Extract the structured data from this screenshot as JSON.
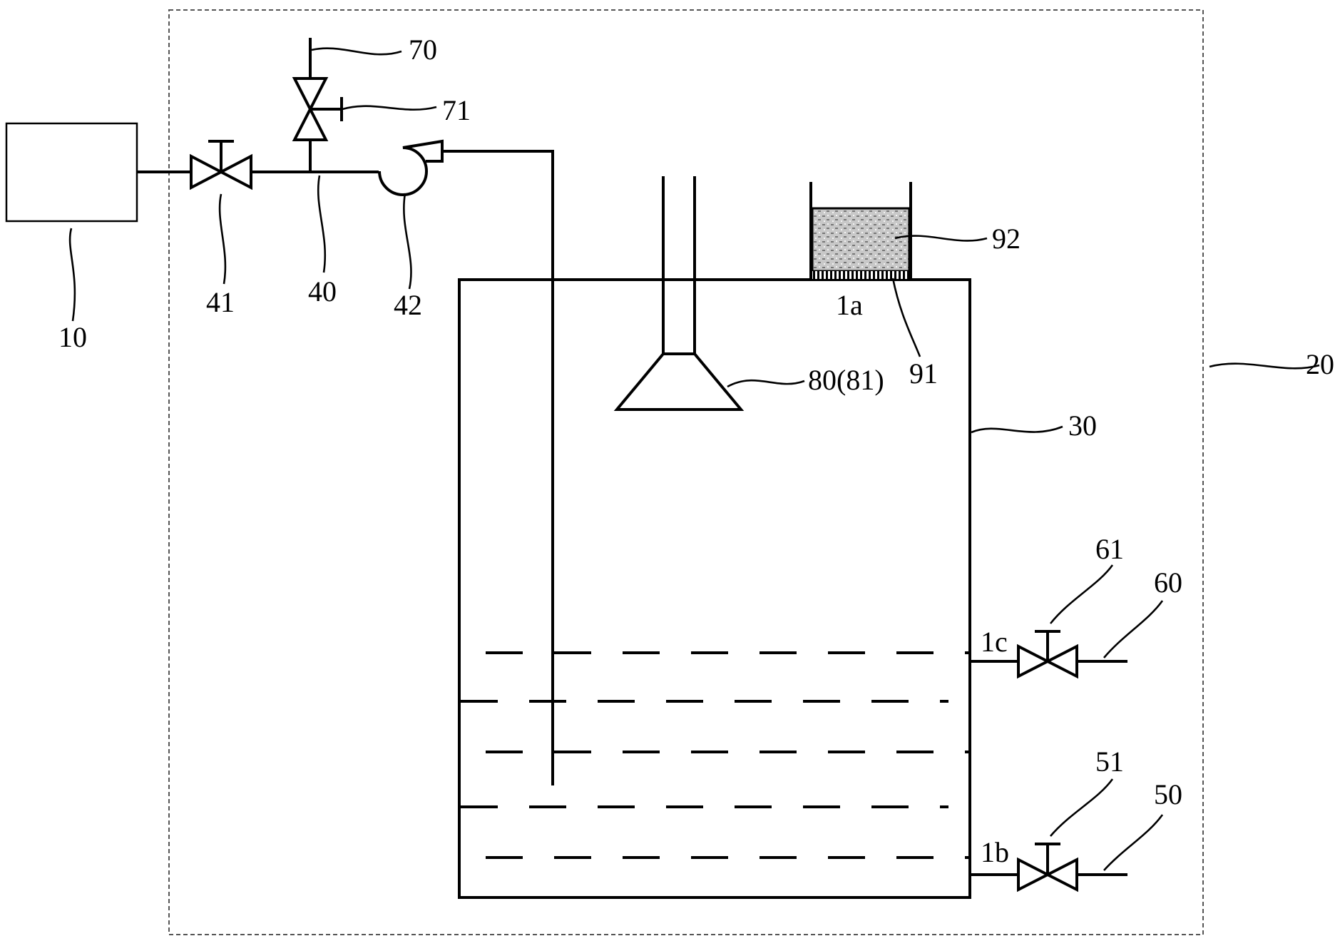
{
  "labels": {
    "source": "10",
    "enclosure": "20",
    "tank": "30",
    "inlet_pipe": "40",
    "inlet_valve": "41",
    "pump": "42",
    "lower_outlet": "50",
    "lower_valve": "51",
    "upper_outlet": "60",
    "upper_valve": "61",
    "vent_pipe": "70",
    "vent_valve": "71",
    "hood": "80(81)",
    "filter_mesh": "91",
    "filter_media": "92",
    "port_top": "1a",
    "port_lower": "1b",
    "port_upper": "1c"
  }
}
